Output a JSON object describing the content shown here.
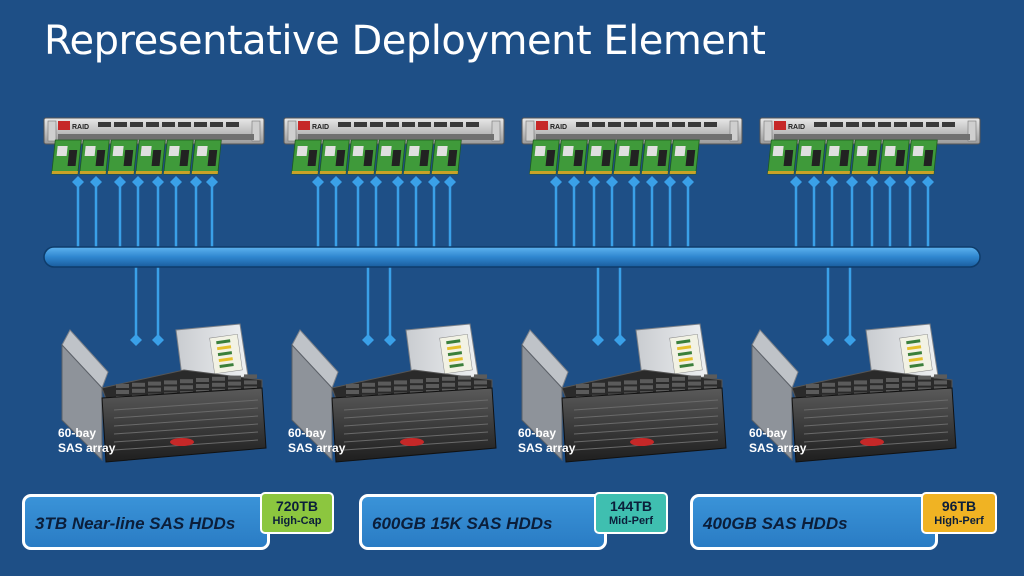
{
  "title": "Representative Deployment Element",
  "server": {
    "brand": "RAID"
  },
  "arrays": [
    {
      "label_line1": "60-bay",
      "label_line2": "SAS array"
    },
    {
      "label_line1": "60-bay",
      "label_line2": "SAS array"
    },
    {
      "label_line1": "60-bay",
      "label_line2": "SAS array"
    },
    {
      "label_line1": "60-bay",
      "label_line2": "SAS array"
    }
  ],
  "tiers": [
    {
      "label": "3TB Near-line SAS HDDs",
      "capacity": "720TB",
      "performance": "High-Cap",
      "color": "#8cc63f"
    },
    {
      "label": "600GB 15K SAS HDDs",
      "capacity": "144TB",
      "performance": "Mid-Perf",
      "color": "#3fbfb0"
    },
    {
      "label": "400GB SAS HDDs",
      "capacity": "96TB",
      "performance": "High-Perf",
      "color": "#f0b323"
    }
  ],
  "colors": {
    "background": "#1e4f86",
    "connector": "#3aa0e8",
    "bus": "#2f86cf"
  }
}
